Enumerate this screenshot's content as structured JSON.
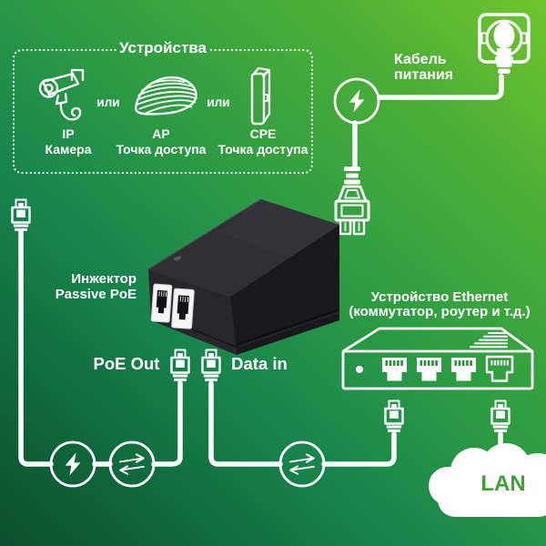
{
  "colors": {
    "background_top_right": "#70c62c",
    "background_bottom_left": "#0b4f2e",
    "line_art": "#ffffff",
    "lan_text": "#3ea039",
    "injector_body": "#26262b"
  },
  "devices_box": {
    "title": "Устройства",
    "or_label": "или",
    "items": [
      {
        "name": "IP",
        "type": "Камера"
      },
      {
        "name": "AP",
        "type": "Точка доступа"
      },
      {
        "name": "CPE",
        "type": "Точка доступа"
      }
    ]
  },
  "power": {
    "cable_label_line1": "Кабель",
    "cable_label_line2": "питания"
  },
  "injector": {
    "label_line1": "Инжектор",
    "label_line2": "Passive PoE",
    "port_out_label": "PoE Out",
    "port_in_label": "Data in"
  },
  "ethernet_device": {
    "title_line1": "Устройство Ethernet",
    "title_line2": "(коммутатор, роутер и т.д.)"
  },
  "lan": {
    "label": "LAN"
  }
}
